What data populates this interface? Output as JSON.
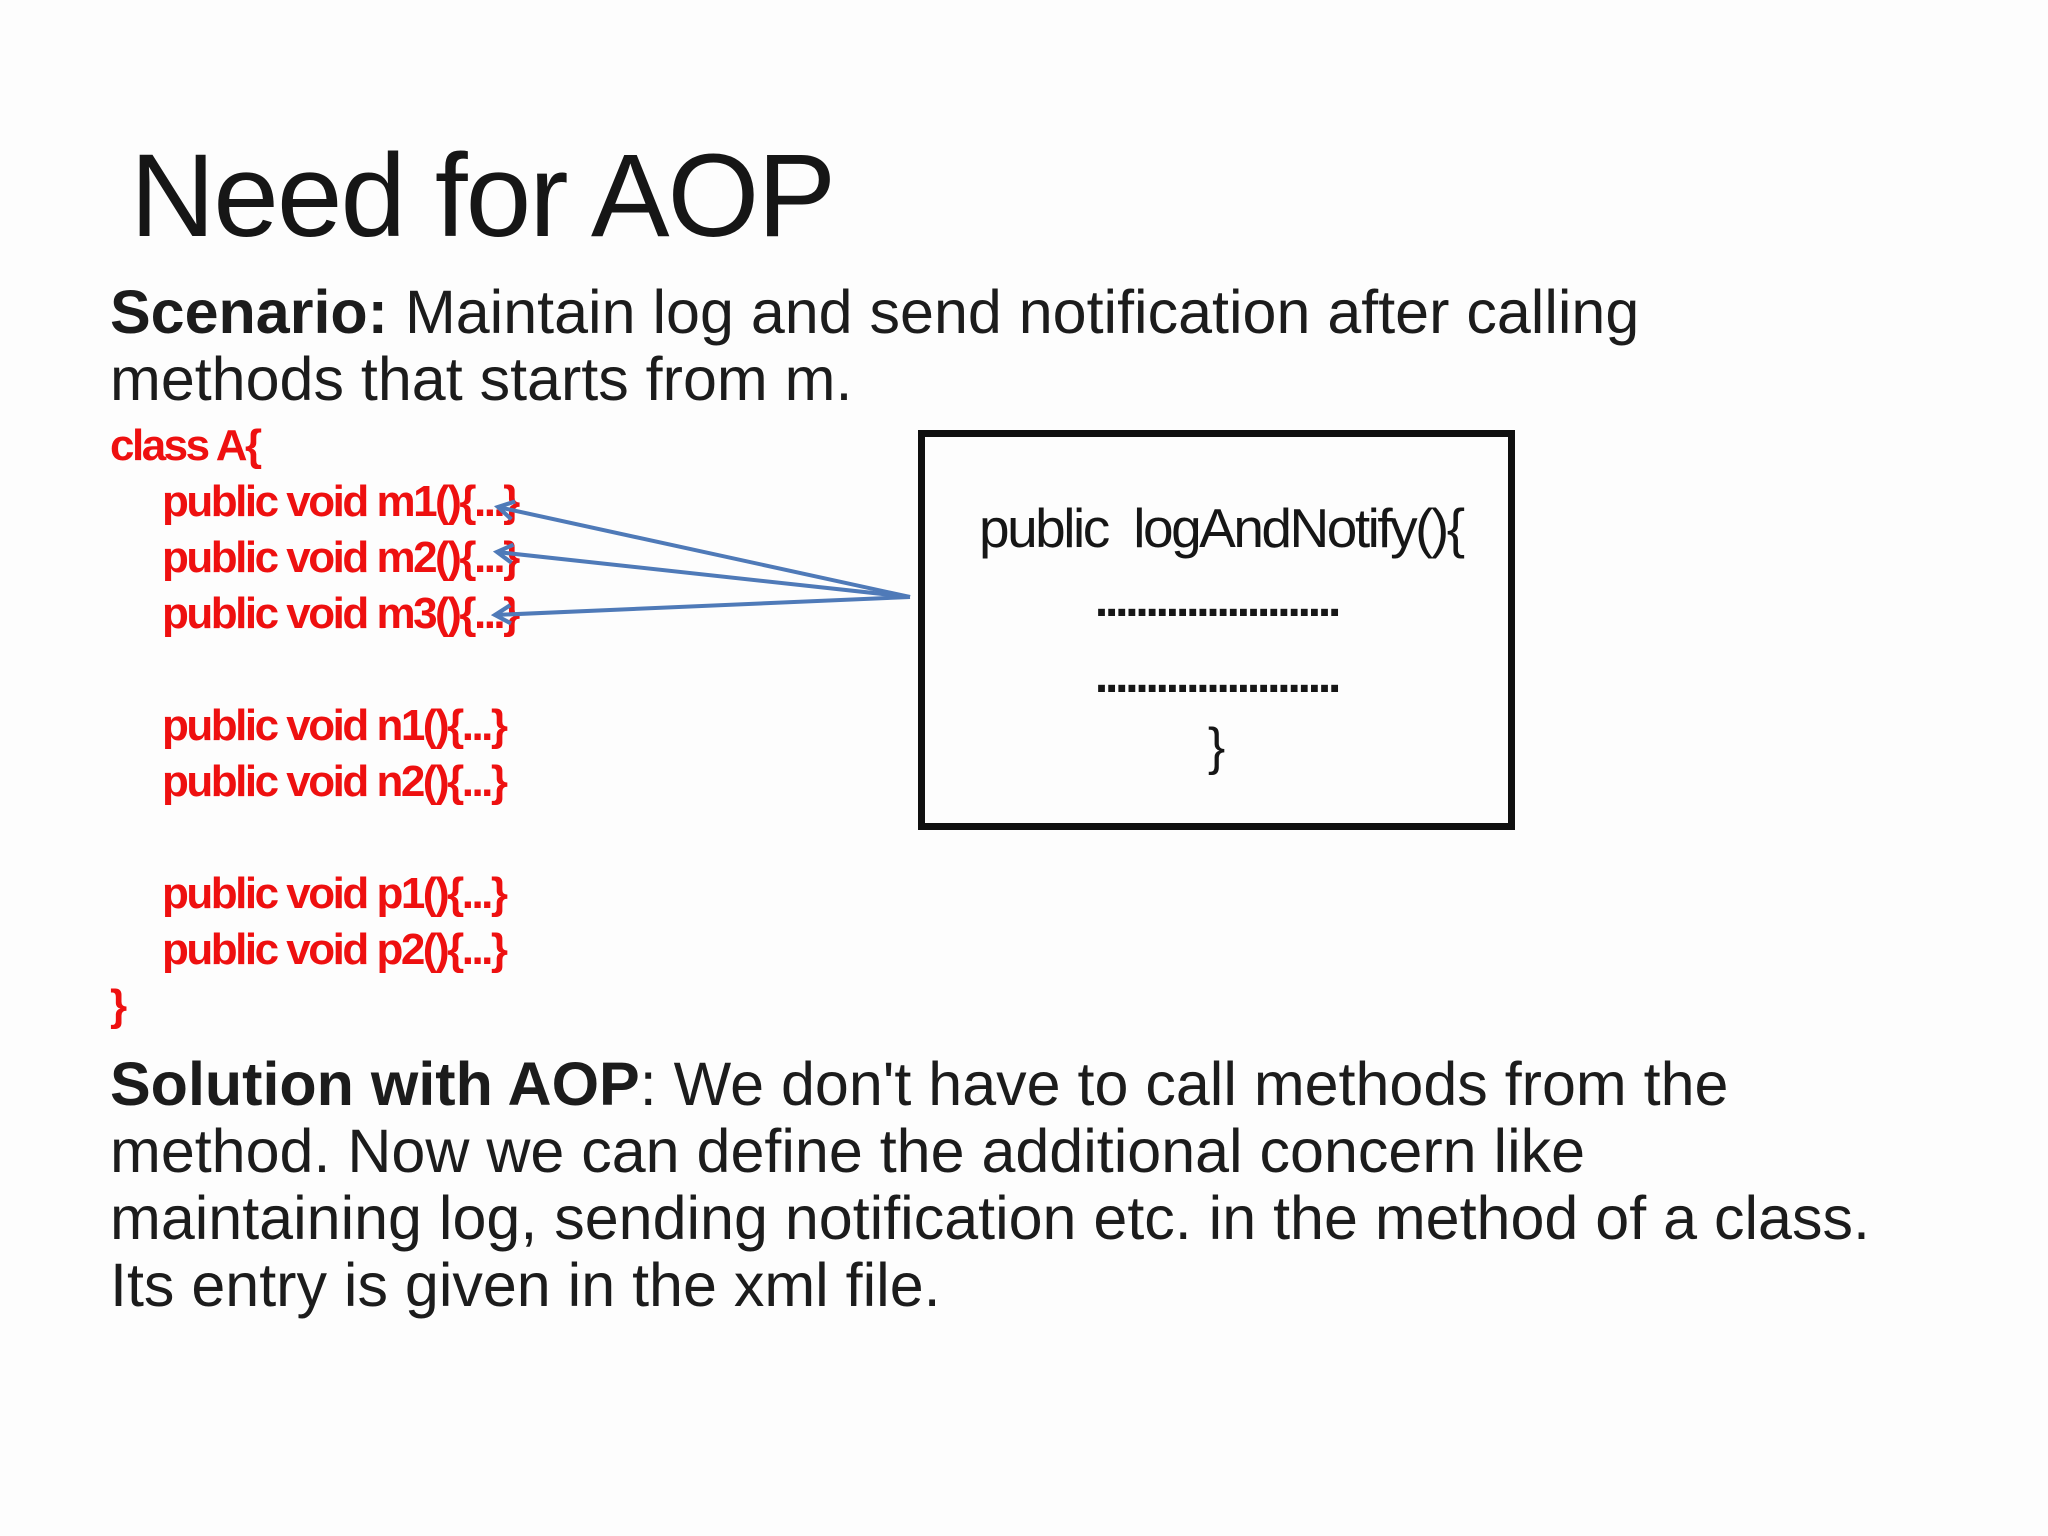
{
  "title": {
    "text": "Need for AOP"
  },
  "scenario": {
    "prefix": "Scenario:",
    "line1_rest": " Maintain log and send notification after calling",
    "line2": "methods that starts from m."
  },
  "code": {
    "color": "#ee1010",
    "lines": [
      "class A{",
      "public void m1(){...}",
      "public void m2(){...}",
      "public void m3(){...}",
      "public void n1(){...}",
      "public void n2(){...}",
      "public void p1(){...}",
      "public void p2(){...}",
      "}"
    ]
  },
  "diagram": {
    "box": {
      "title": "public  logAndNotify(){",
      "dots_row1": "........................",
      "dots_row2": "........................",
      "closing_brace": "}"
    },
    "arrows": {
      "color": "#4f7ab8"
    }
  },
  "solution": {
    "prefix": "Solution with AOP",
    "rest_line1": ": We don't have to call methods from the",
    "line2": "method. Now we can define the additional concern like",
    "line3": "maintaining log, sending notification etc. in the method of a class.",
    "line4": "Its entry is given in the xml file."
  }
}
